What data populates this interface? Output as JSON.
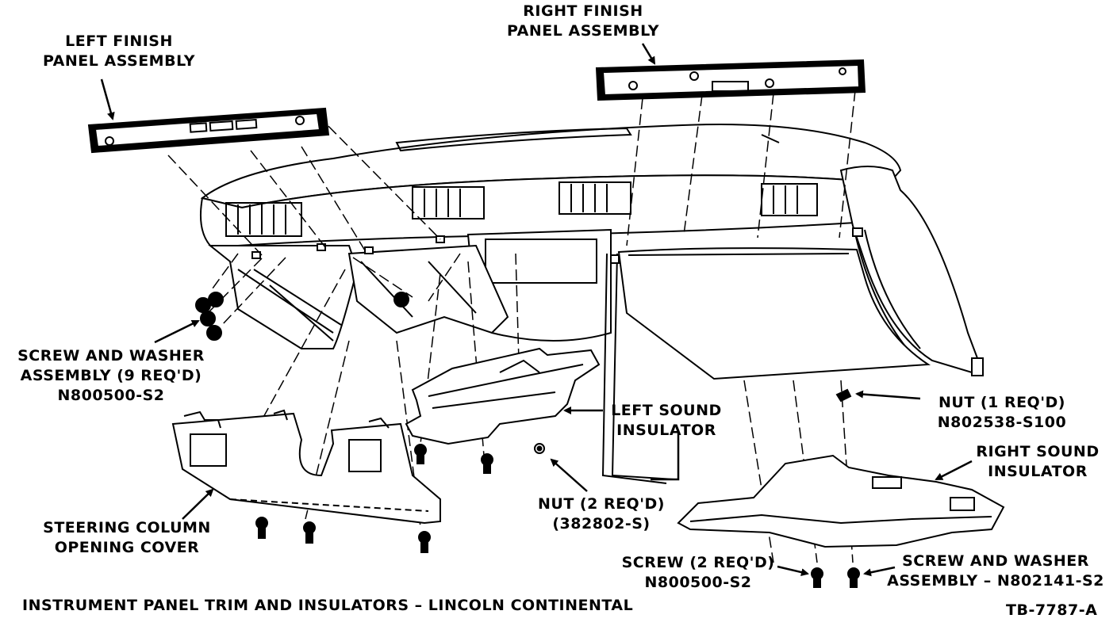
{
  "labels": {
    "left_finish_panel": [
      "LEFT FINISH",
      "PANEL ASSEMBLY"
    ],
    "right_finish_panel": [
      "RIGHT FINISH",
      "PANEL ASSEMBLY"
    ],
    "screw_washer_left": [
      "SCREW AND WASHER",
      "ASSEMBLY (9 REQ'D)",
      "N800500-S2"
    ],
    "left_sound_insulator": [
      "LEFT SOUND",
      "INSULATOR"
    ],
    "nut_1": [
      "NUT (1 REQ'D)",
      "N802538-S100"
    ],
    "right_sound_insulator": [
      "RIGHT SOUND",
      "INSULATOR"
    ],
    "steering_column_cover": [
      "STEERING COLUMN",
      "OPENING COVER"
    ],
    "nut_2": [
      "NUT (2 REQ'D)",
      "(382802-S)"
    ],
    "screw_2": [
      "SCREW (2 REQ'D)",
      "N800500-S2"
    ],
    "screw_washer_right": [
      "SCREW AND WASHER",
      "ASSEMBLY – N802141-S2"
    ]
  },
  "caption": "INSTRUMENT PANEL TRIM AND INSULATORS – LINCOLN CONTINENTAL",
  "figure_id": "TB-7787-A"
}
